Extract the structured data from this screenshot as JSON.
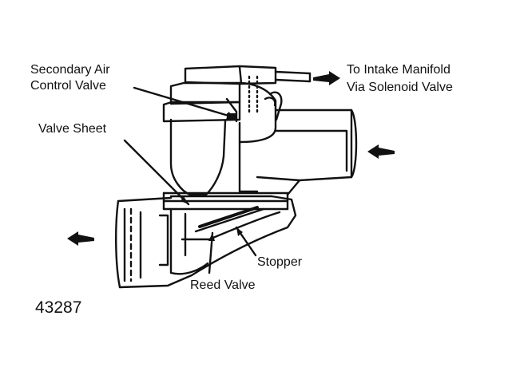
{
  "diagram": {
    "labels": {
      "secondary_air_line1": "Secondary Air",
      "secondary_air_line2": "Control Valve",
      "valve_sheet": "Valve Sheet",
      "intake_line1": "To Intake Manifold",
      "intake_line2": "Via Solenoid Valve",
      "stopper": "Stopper",
      "reed_valve": "Reed Valve"
    },
    "figure_number": "43287",
    "colors": {
      "ink": "#111111",
      "paper": "#ffffff"
    }
  }
}
